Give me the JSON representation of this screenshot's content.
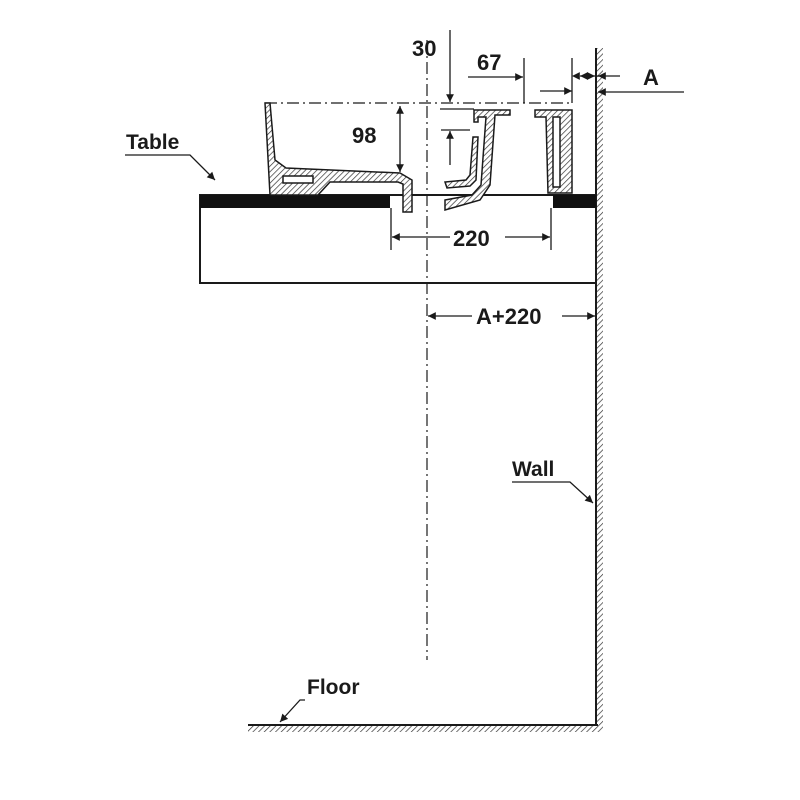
{
  "labels": {
    "table": "Table",
    "wall": "Wall",
    "floor": "Floor"
  },
  "dimensions": {
    "d30": "30",
    "d67": "67",
    "dA": "A",
    "d98": "98",
    "d220": "220",
    "dA220": "A+220"
  },
  "colors": {
    "line": "#1a1a1a",
    "fill": "#111111"
  }
}
